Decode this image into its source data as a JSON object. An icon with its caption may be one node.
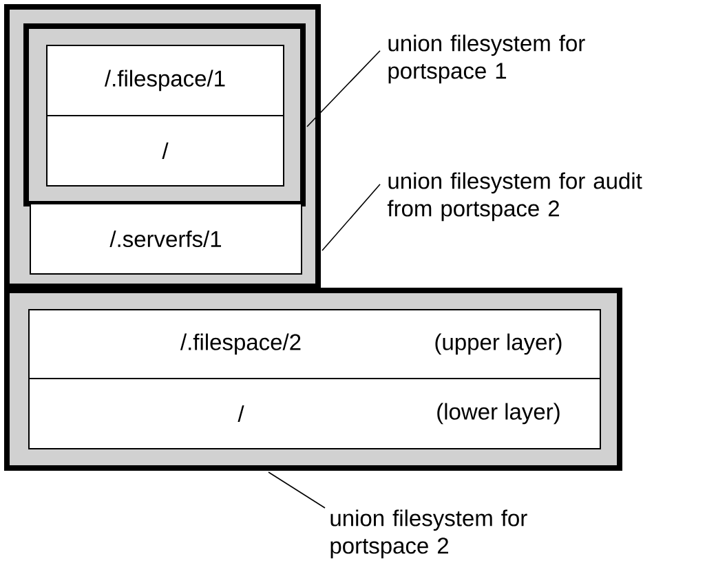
{
  "diagram": {
    "nodes": [
      {
        "text": [],
        "shape": "box"
      },
      {
        "text": [],
        "shape": "box",
        "in": 0
      },
      {
        "text": [
          "/.filespace/1"
        ],
        "in": 1
      },
      {
        "text": [
          "/"
        ],
        "in": 1
      },
      {
        "text": [
          "/.serverfs/1"
        ],
        "in": 0
      },
      {
        "text": [],
        "shape": "box"
      },
      {
        "text": [
          "/.filespace/2",
          "(upper layer)"
        ],
        "in": 5
      },
      {
        "text": [
          "/",
          "(lower layer)"
        ],
        "in": 5
      },
      {
        "text": [
          "union filesystem for portspace 1"
        ]
      },
      {
        "text": [
          "union filesystem for audit from portspace 2"
        ]
      },
      {
        "text": [
          "union filesystem for portspace 2"
        ]
      }
    ],
    "edges": [
      {
        "from": 8,
        "to": 1,
        "arrow": "none"
      },
      {
        "from": 9,
        "to": 0,
        "arrow": "none"
      },
      {
        "from": 10,
        "to": 5,
        "arrow": "none"
      }
    ]
  }
}
